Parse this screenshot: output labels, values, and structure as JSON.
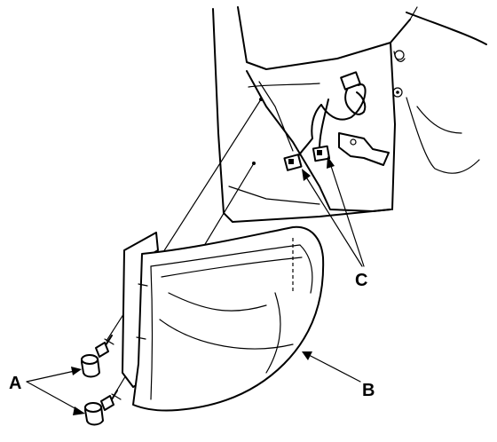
{
  "callouts": {
    "a": "A",
    "b": "B",
    "c": "C"
  }
}
